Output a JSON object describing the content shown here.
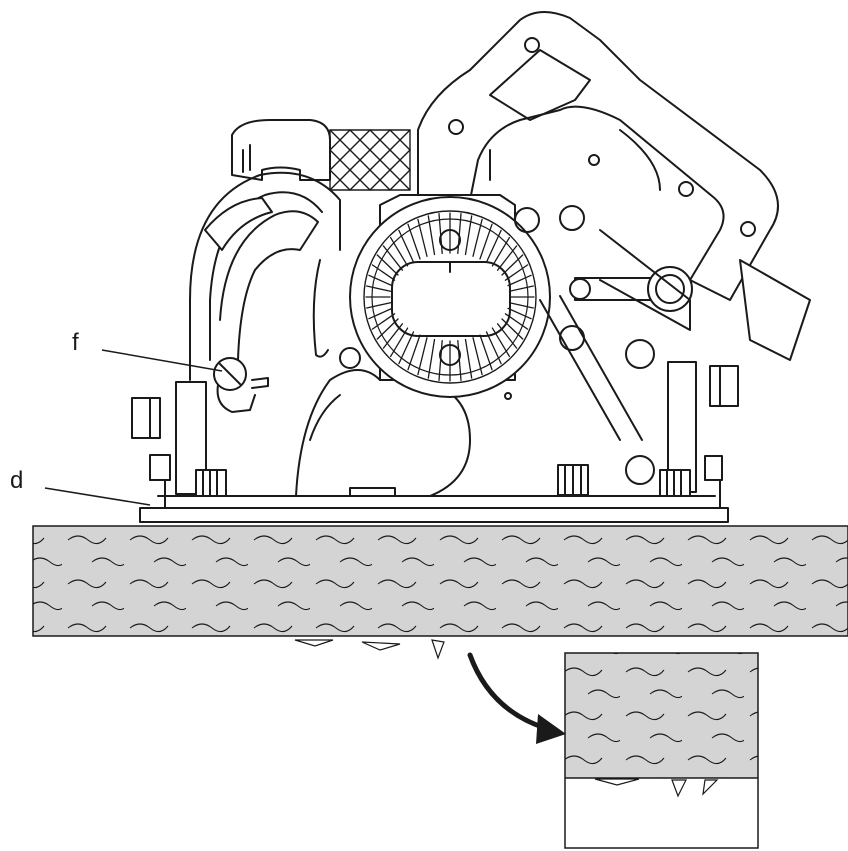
{
  "diagram": {
    "labels": {
      "f": "f",
      "d": "d"
    },
    "colors": {
      "line": "#1a1a1a",
      "wood": "#d4d4d4",
      "background": "#ffffff"
    },
    "parts": {
      "saw": "circular-saw-side-view",
      "workpiece": "wood-board",
      "inset": "cut-depth-detail"
    }
  }
}
